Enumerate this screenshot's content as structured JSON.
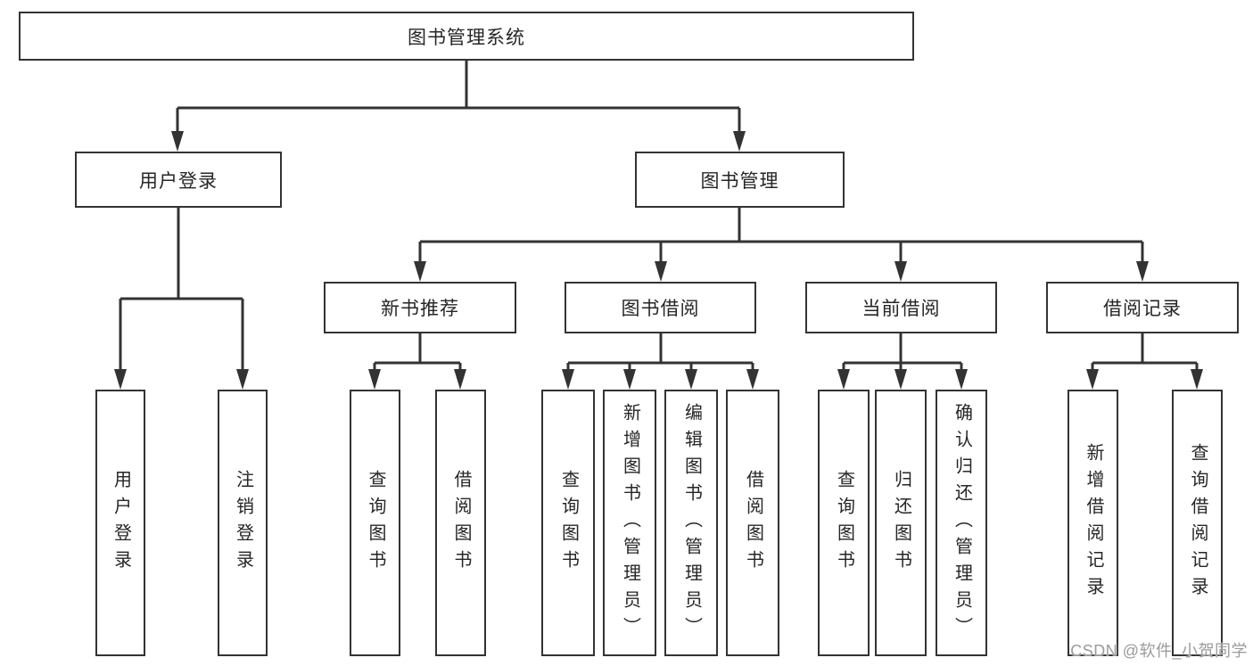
{
  "diagram": {
    "type": "tree",
    "nodes": {
      "root": "图书管理系统",
      "user_login": "用户登录",
      "book_mgmt": "图书管理",
      "new_book_rec": "新书推荐",
      "book_borrow": "图书借阅",
      "current_borrow": "当前借阅",
      "borrow_records": "借阅记录",
      "leaf_user_login": "用户登录",
      "leaf_logout": "注销登录",
      "leaf_nbr_query_book": "查询图书",
      "leaf_nbr_borrow_book": "借阅图书",
      "leaf_bb_query_book": "查询图书",
      "leaf_bb_add_book": "新增图书（管理员）",
      "leaf_bb_edit_book": "编辑图书（管理员）",
      "leaf_bb_borrow_book": "借阅图书",
      "leaf_cb_query_book": "查询图书",
      "leaf_cb_return_book": "归还图书",
      "leaf_cb_confirm_return": "确认归还（管理员）",
      "leaf_br_add_record": "新增借阅记录",
      "leaf_br_query_record": "查询借阅记录"
    },
    "hierarchy": {
      "图书管理系统": {
        "用户登录": [
          "用户登录",
          "注销登录"
        ],
        "图书管理": {
          "新书推荐": [
            "查询图书",
            "借阅图书"
          ],
          "图书借阅": [
            "查询图书",
            "新增图书（管理员）",
            "编辑图书（管理员）",
            "借阅图书"
          ],
          "当前借阅": [
            "查询图书",
            "归还图书",
            "确认归还（管理员）"
          ],
          "借阅记录": [
            "新增借阅记录",
            "查询借阅记录"
          ]
        }
      }
    },
    "colors": {
      "line": "#333333",
      "box_border": "#333333",
      "box_fill": "#ffffff",
      "text": "#262626",
      "watermark": "#9a9a9a",
      "background": "#ffffff"
    }
  },
  "watermark": {
    "text": "CSDN @软件_小贺同学"
  }
}
